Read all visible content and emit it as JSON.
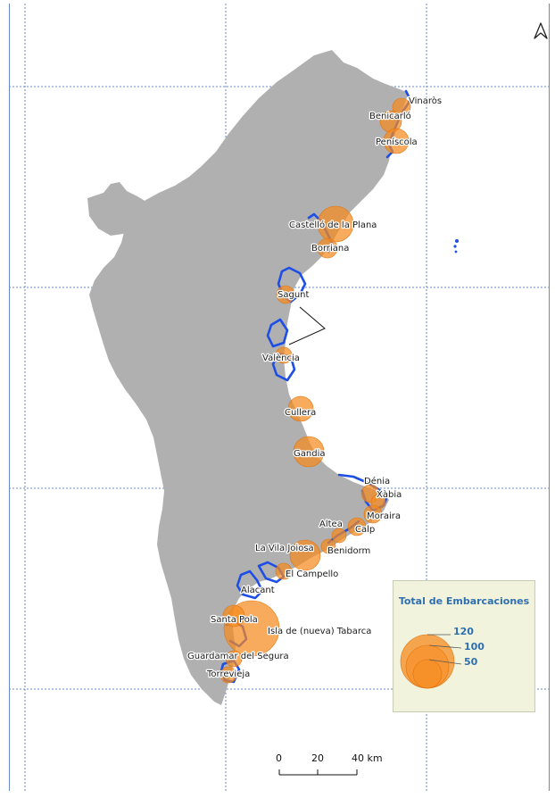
{
  "map": {
    "colors": {
      "land": "#b0b0b0",
      "coast": "#1d4ee6",
      "bubble": "#f58b1f",
      "grid": "#6d88c9",
      "legend_bg": "#f2f3dc",
      "legend_text": "#2e6fb0"
    },
    "north_arrow_icon": "north-arrow-icon",
    "places": [
      {
        "id": "vinaros",
        "name": "Vinaròs"
      },
      {
        "id": "benicarlo",
        "name": "Benicarló"
      },
      {
        "id": "peniscola",
        "name": "Peníscola"
      },
      {
        "id": "castello",
        "name": "Castelló de la Plana"
      },
      {
        "id": "borriana",
        "name": "Borriana"
      },
      {
        "id": "sagunt",
        "name": "Sagunt"
      },
      {
        "id": "valencia",
        "name": "València"
      },
      {
        "id": "cullera",
        "name": "Cullera"
      },
      {
        "id": "gandia",
        "name": "Gandia"
      },
      {
        "id": "denia",
        "name": "Dénia"
      },
      {
        "id": "xabia",
        "name": "Xàbia"
      },
      {
        "id": "moraira",
        "name": "Moraira"
      },
      {
        "id": "calp",
        "name": "Calp"
      },
      {
        "id": "altea",
        "name": "Altea"
      },
      {
        "id": "benidorm",
        "name": "Benidorm"
      },
      {
        "id": "vila-joiosa",
        "name": "La Vila Joiosa"
      },
      {
        "id": "campello",
        "name": "El Campello"
      },
      {
        "id": "alacant",
        "name": "Alacant"
      },
      {
        "id": "santa-pola",
        "name": "Santa Pola"
      },
      {
        "id": "tabarca",
        "name": "Isla de (nueva) Tabarca"
      },
      {
        "id": "guardamar",
        "name": "Guardamar del Segura"
      },
      {
        "id": "torrevieja",
        "name": "Torrevieja"
      }
    ],
    "legend": {
      "title": "Total de Embarcaciones",
      "values": [
        "120",
        "100",
        "50"
      ]
    },
    "scale": {
      "labels": [
        "0",
        "20",
        "40 km"
      ]
    }
  }
}
